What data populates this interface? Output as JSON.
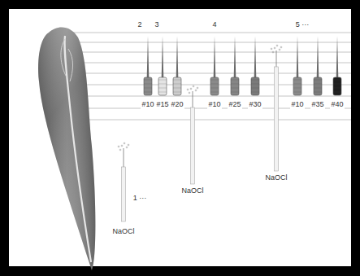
{
  "diagram": {
    "labels": [
      "2",
      "3",
      "4",
      "5 ···",
      "#10",
      "#15",
      "#20",
      "#10",
      "#25",
      "#30",
      "#10",
      "#35",
      "#40",
      "NaOCl",
      "1 ···",
      "NaOCl",
      "NaOCl"
    ]
  }
}
